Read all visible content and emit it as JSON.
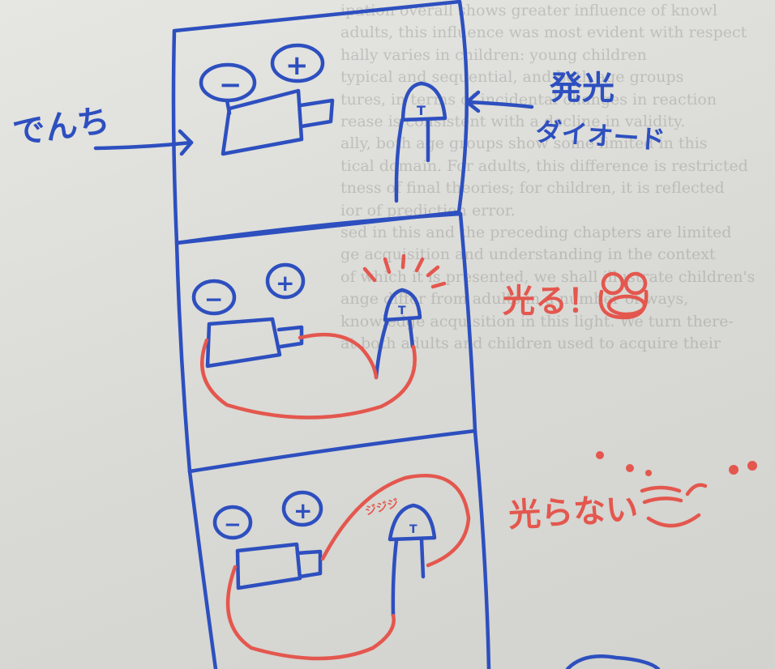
{
  "labels": {
    "battery": "でんち",
    "led_line1": "発光",
    "led_line2": "ダイオード",
    "lights": "光る！",
    "not_lights": "光らない",
    "plus": "+",
    "minus": "−",
    "led_mark": "T",
    "reverse_sparks": "ジジジ"
  },
  "colors": {
    "pen_blue": "#2d4fbf",
    "pen_red": "#e4574e",
    "paper": "#e2e2de",
    "ghost_text": "#5f5f5f"
  },
  "background_text": [
    "ipation overall shows greater influence of knowl",
    "adults, this influence was most evident with respect",
    "hally varies in children: young children",
    "typical and sequential, and both age groups",
    "tures, in terms of incidental changes in reaction",
    "rease is consistent with a decline in validity.",
    "ally, both age groups show some limited in this",
    "tical domain. For adults, this difference is restricted",
    "tness of final theories; for children, it is reflected",
    "ior of prediction error.",
    "sed in this and the preceding chapters are limited",
    "ge acquisition and understanding in the context",
    "of which it is presented, we shall illustrate children's",
    "ange differ from adults in a number of ways,",
    "knowledge acquisition in this light. We turn there-",
    "at both adults and children used to acquire their"
  ],
  "icons": [
    "battery-icon",
    "led-icon",
    "smiley-face-icon",
    "crying-face-icon",
    "arrow-icon"
  ]
}
